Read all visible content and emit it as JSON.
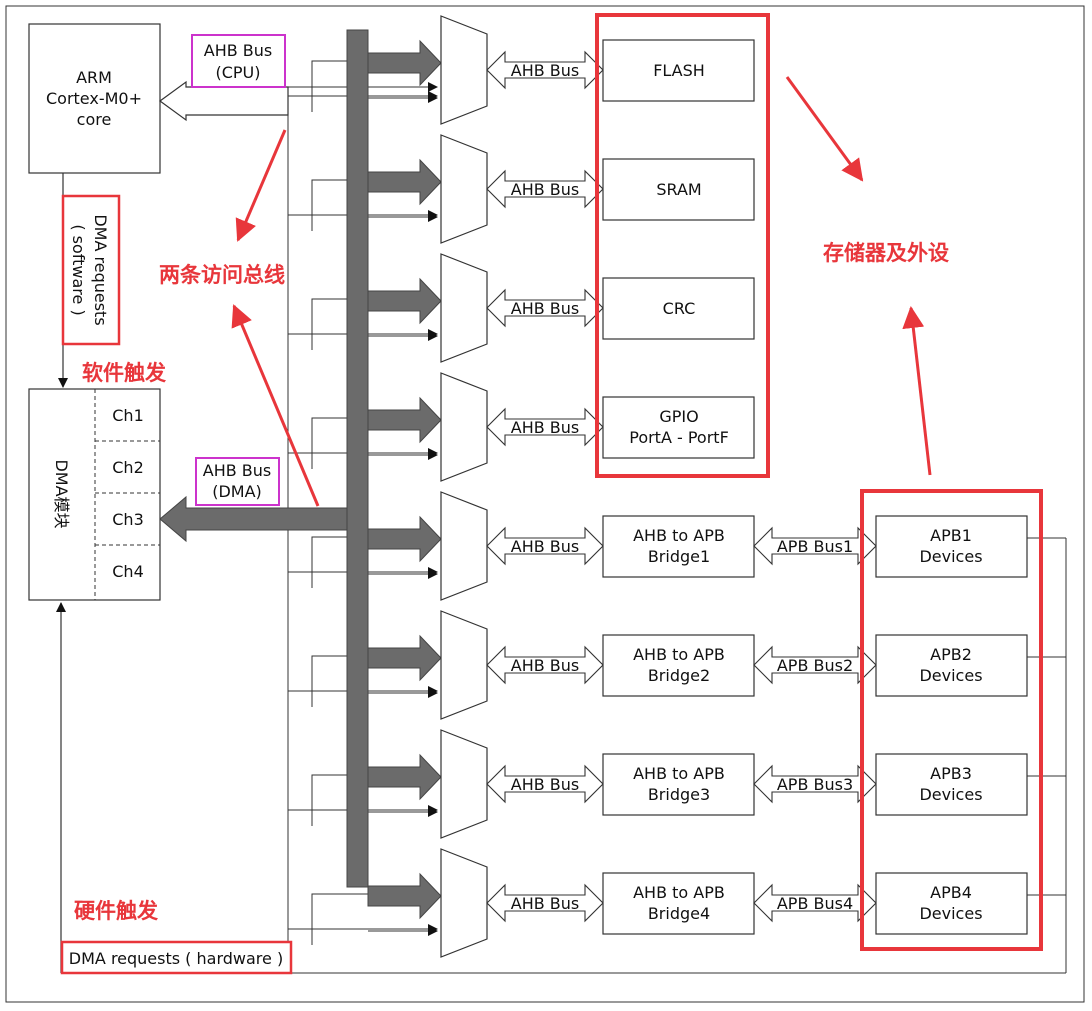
{
  "cpu": {
    "line1": "ARM",
    "line2": "Cortex-M0+",
    "line3": "core"
  },
  "cpu_bus": {
    "line1": "AHB Bus",
    "line2": "(CPU)"
  },
  "dma_bus": {
    "line1": "AHB Bus",
    "line2": "(DMA)"
  },
  "dma_req_software": {
    "line1": "DMA requests",
    "line2": "( software )"
  },
  "dma_req_hardware": "DMA requests ( hardware )",
  "dma_module": {
    "title": "DMA模块",
    "channels": [
      "Ch1",
      "Ch2",
      "Ch3",
      "Ch4"
    ]
  },
  "annotations": {
    "two_buses": "两条访问总线",
    "software_trigger": "软件触发",
    "hardware_trigger": "硬件触发",
    "memory_peripherals": "存储器及外设"
  },
  "ahb_bus_label": "AHB Bus",
  "memories": [
    {
      "line1": "FLASH",
      "line2": ""
    },
    {
      "line1": "SRAM",
      "line2": ""
    },
    {
      "line1": "CRC",
      "line2": ""
    },
    {
      "line1": "GPIO",
      "line2": "PortA - PortF"
    }
  ],
  "bridges": [
    {
      "line1": "AHB  to APB",
      "line2": "Bridge1",
      "apb_bus": "APB Bus1",
      "dev1": "APB1",
      "dev2": "Devices"
    },
    {
      "line1": "AHB  to APB",
      "line2": "Bridge2",
      "apb_bus": "APB Bus2",
      "dev1": "APB2",
      "dev2": "Devices"
    },
    {
      "line1": "AHB  to APB",
      "line2": "Bridge3",
      "apb_bus": "APB Bus3",
      "dev1": "APB3",
      "dev2": "Devices"
    },
    {
      "line1": "AHB  to APB",
      "line2": "Bridge4",
      "apb_bus": "APB Bus4",
      "dev1": "APB4",
      "dev2": "Devices"
    }
  ],
  "colors": {
    "annotation": "#e8363b",
    "bus_highlight": "#cc33cc",
    "bus_fill": "#6b6b6b"
  }
}
